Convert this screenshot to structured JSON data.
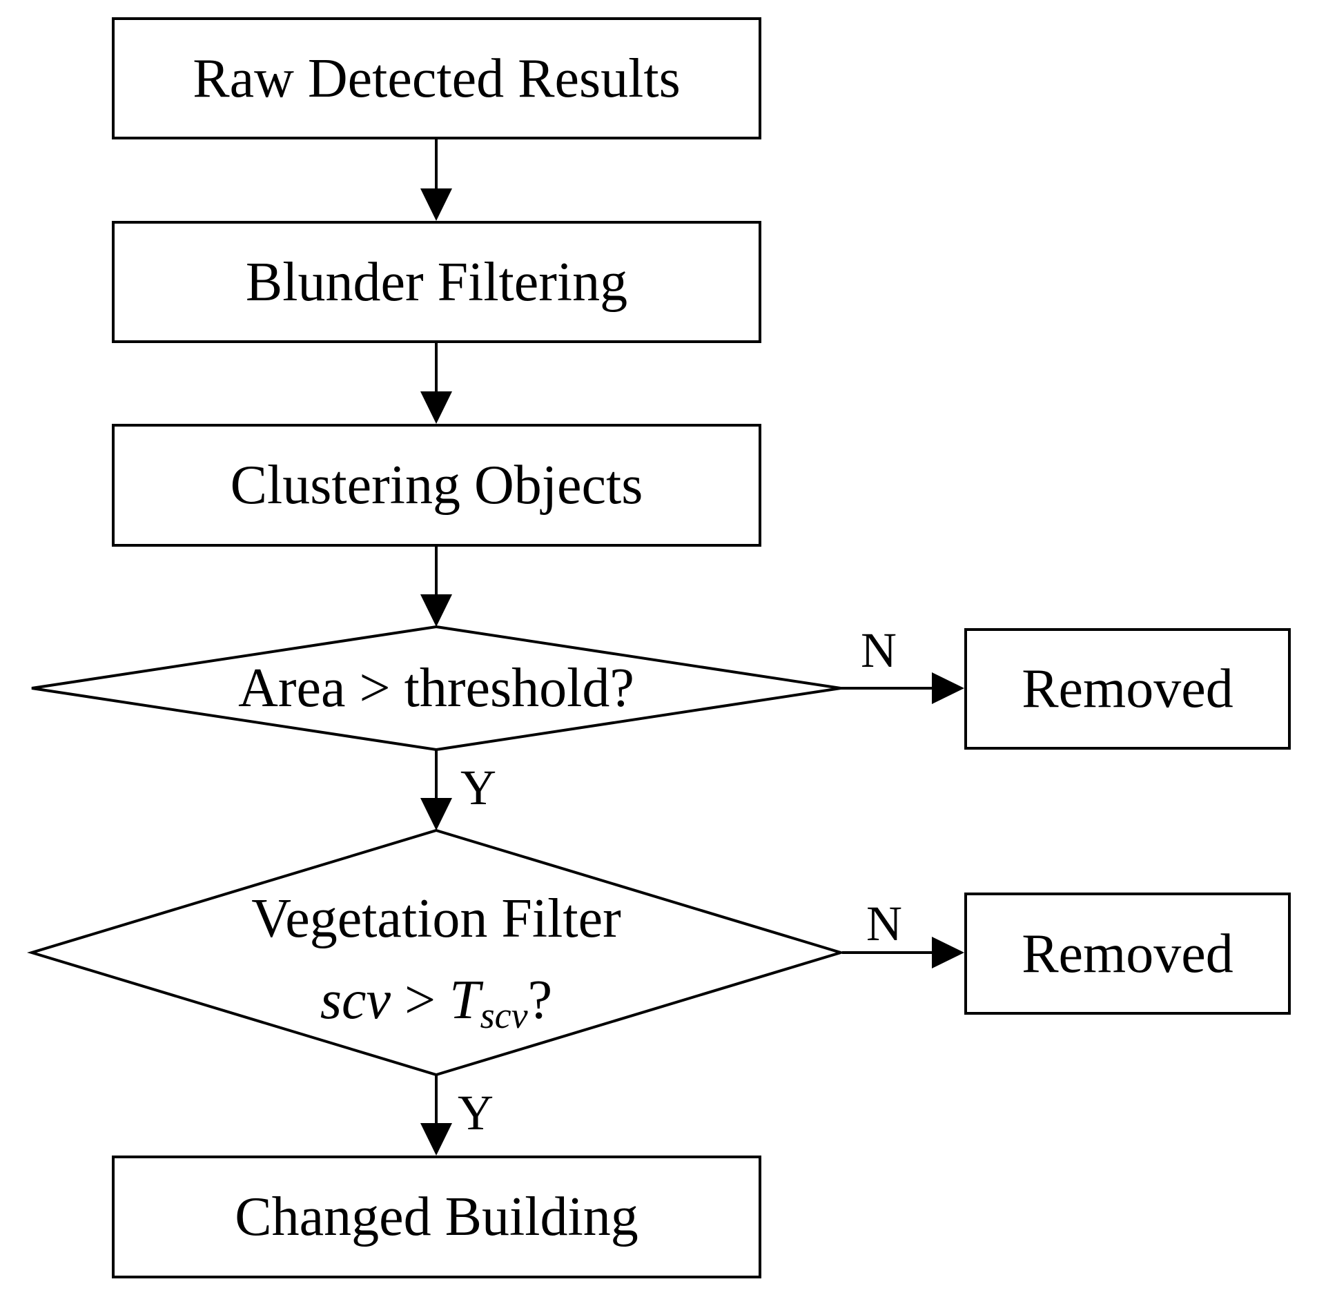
{
  "flowchart": {
    "colors": {
      "stroke": "#000000",
      "node_fill": "#ffffff",
      "text": "#000000",
      "background": "#ffffff"
    },
    "nodes": {
      "raw_detected_results": {
        "label": "Raw Detected Results"
      },
      "blunder_filtering": {
        "label": "Blunder Filtering"
      },
      "clustering_objects": {
        "label": "Clustering Objects"
      },
      "area_decision": {
        "label": "Area > threshold?"
      },
      "removed_top": {
        "label": "Removed"
      },
      "vegetation_decision": {
        "title": "Vegetation Filter",
        "condition_variable": "scv",
        "condition_operator": ">",
        "condition_threshold_base": "T",
        "condition_threshold_subscript": "scv",
        "condition_suffix": "?"
      },
      "removed_bottom": {
        "label": "Removed"
      },
      "changed_building": {
        "label": "Changed Building"
      }
    },
    "edge_labels": {
      "yes": "Y",
      "no": "N"
    }
  }
}
